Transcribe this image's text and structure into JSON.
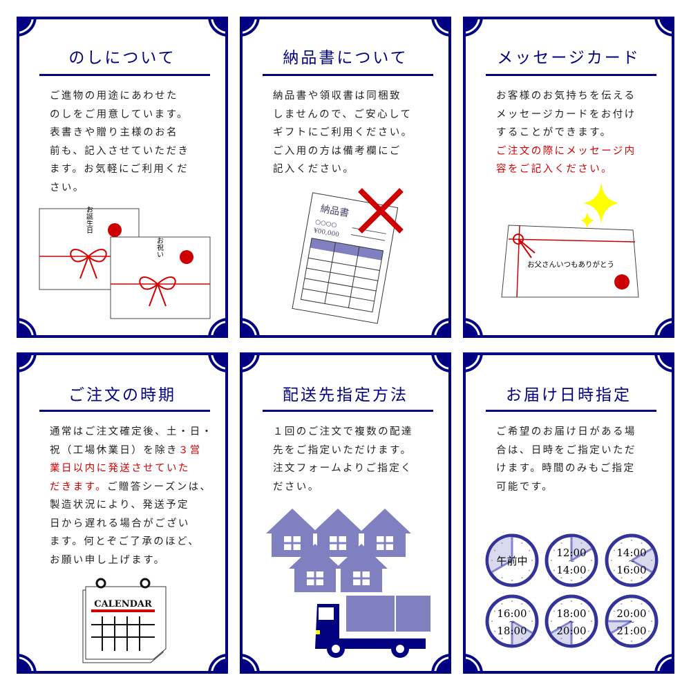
{
  "colors": {
    "navy": "#000080",
    "red": "#d40000",
    "house": "#8080c0",
    "clock_fill": "#d8d8ef"
  },
  "panels": [
    {
      "title": "のしについて",
      "body": [
        {
          "text": "ご進物の用途にあわせた\nのしをご用意しています。\n表書きや贈り主様のお名\n前も、記入させていただき\nます。お気軽にご利用くだ\nさい。",
          "red": false
        }
      ],
      "illustration": {
        "noshi_1": "お誕生日",
        "noshi_2": "お祝い"
      }
    },
    {
      "title": "納品書について",
      "body": [
        {
          "text": "納品書や領収書は同梱致\nしませんので、ご安心して\nギフトにご利用ください。\nご入用の方は備考欄にご\n記入ください。",
          "red": false
        }
      ],
      "illustration": {
        "doc_title": "納品書",
        "doc_line1": "○○○○",
        "doc_line2": "¥00,000"
      }
    },
    {
      "title": "メッセージカード",
      "body": [
        {
          "text": "お客様のお気持ちを伝える\nメッセージカードをお付け\nすることができます。\n",
          "red": false
        },
        {
          "text": "ご注文の際にメッセージ内\n容をご記入ください。",
          "red": true
        }
      ],
      "illustration": {
        "card_message": "お父さんいつもありがとう"
      }
    },
    {
      "title": "ご注文の時期",
      "body": [
        {
          "text": "通常はご注文確定後、土・日・\n祝（工場休業日）を除き",
          "red": false
        },
        {
          "text": "３営\n業日以内に発送させていた\nだきます。",
          "red": true
        },
        {
          "text": "ご贈答シーズンは、\n製造状況により、発送予定\n日から遅れる場合がござい\nます。何とぞご了承のほど、\nお願い申し上げます。",
          "red": false
        }
      ],
      "illustration": {
        "calendar_label": "CALENDAR"
      }
    },
    {
      "title": "配送先指定方法",
      "body": [
        {
          "text": "１回のご注文で複数の配達\n先をご指定いただけます。\n注文フォームよりご指定く\nださい。",
          "red": false
        }
      ]
    },
    {
      "title": "お届け日時指定",
      "body": [
        {
          "text": "ご希望のお届け日がある場\n合は、日時をご指定いただ\nけます。時間のみもご指定\n可能です。",
          "red": false
        }
      ],
      "clocks": [
        {
          "label": "午前中",
          "from_hour": 8,
          "to_hour": 12
        },
        {
          "label_top": "12:00",
          "label_bottom": "14:00",
          "from_hour": 12,
          "to_hour": 14
        },
        {
          "label_top": "14:00",
          "label_bottom": "16:00",
          "from_hour": 14,
          "to_hour": 16
        },
        {
          "label_top": "16:00",
          "label_bottom": "18:00",
          "from_hour": 16,
          "to_hour": 18
        },
        {
          "label_top": "18:00",
          "label_bottom": "20:00",
          "from_hour": 18,
          "to_hour": 20
        },
        {
          "label_top": "20:00",
          "label_bottom": "21:00",
          "from_hour": 20,
          "to_hour": 21
        }
      ],
      "range_mark": "〜"
    }
  ]
}
